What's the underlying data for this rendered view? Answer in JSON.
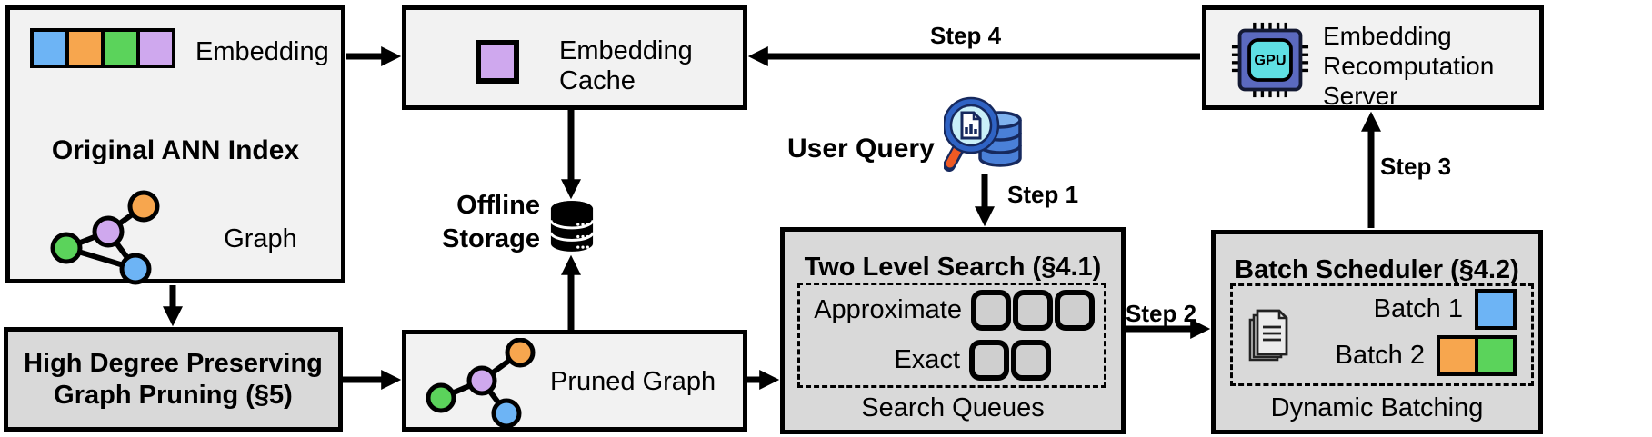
{
  "colors": {
    "blue": "#6db4f5",
    "orange": "#f7a64e",
    "green": "#5bd35b",
    "purple": "#cfa8ee",
    "box_light": "#f2f2f2",
    "box_dark": "#d9d9d9",
    "queue_slot": "#cfcfcf"
  },
  "ann_index": {
    "title": "Original ANN Index",
    "embedding_label": "Embedding",
    "graph_label": "Graph",
    "embedding_cells": [
      "#6db4f5",
      "#f7a64e",
      "#5bd35b",
      "#cfa8ee"
    ]
  },
  "cache": {
    "title": "Embedding Cache",
    "cell_color": "#cfa8ee"
  },
  "offline_storage": {
    "label": "Offline Storage"
  },
  "high_degree": {
    "title": "High Degree Preserving Graph Pruning (§5)"
  },
  "pruned_graph": {
    "label": "Pruned Graph"
  },
  "user_query": {
    "label": "User Query"
  },
  "steps": {
    "step1": "Step 1",
    "step2": "Step 2",
    "step3": "Step 3",
    "step4": "Step 4"
  },
  "two_level": {
    "title": "Two Level Search (§4.1)",
    "rows": [
      {
        "label": "Approximate",
        "slots": 3
      },
      {
        "label": "Exact",
        "slots": 2
      }
    ],
    "footer": "Search Queues"
  },
  "batch_scheduler": {
    "title": "Batch Scheduler (§4.2)",
    "batches": [
      {
        "label": "Batch 1",
        "colors": [
          "#6db4f5"
        ]
      },
      {
        "label": "Batch 2",
        "colors": [
          "#f7a64e",
          "#5bd35b"
        ]
      }
    ],
    "footer": "Dynamic Batching"
  },
  "recomputation_server": {
    "title": "Embedding Recomputation Server",
    "chip_label": "GPU"
  }
}
